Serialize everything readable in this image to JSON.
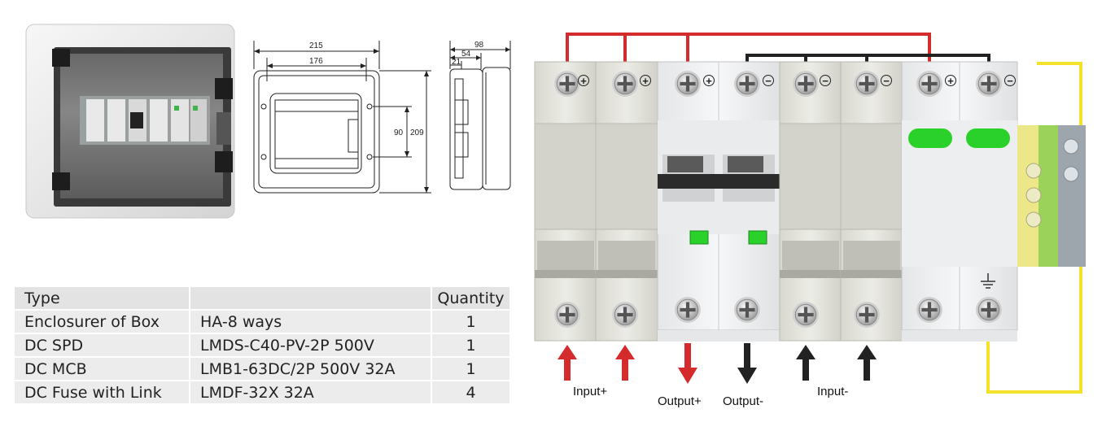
{
  "drawing": {
    "dim_215": "215",
    "dim_176": "176",
    "dim_90": "90",
    "dim_209": "209",
    "dim_98": "98",
    "dim_54": "54",
    "dim_21": "21"
  },
  "table": {
    "headers": [
      "Type",
      "",
      "Quantity"
    ],
    "rows": [
      [
        "Enclosurer of Box",
        "HA-8 ways",
        "1"
      ],
      [
        "DC SPD",
        "LMDS-C40-PV-2P 500V",
        "1"
      ],
      [
        "DC MCB",
        "LMB1-63DC/2P 500V 32A",
        "1"
      ],
      [
        "DC Fuse with Link",
        "LMDF-32X 32A",
        "4"
      ]
    ]
  },
  "wiring": {
    "label_input_plus": "Input+",
    "label_output_plus": "Output+",
    "label_output_minus": "Output-",
    "label_input_minus": "Input-",
    "terminal_polarity": [
      "+",
      "+",
      "+",
      "−",
      "−",
      "−",
      "+",
      "−"
    ],
    "colors": {
      "positive_wire": "#d42c2c",
      "negative_wire": "#222222",
      "earth_wire": "#f3e12a",
      "indicator_green": "#29d12a"
    }
  }
}
